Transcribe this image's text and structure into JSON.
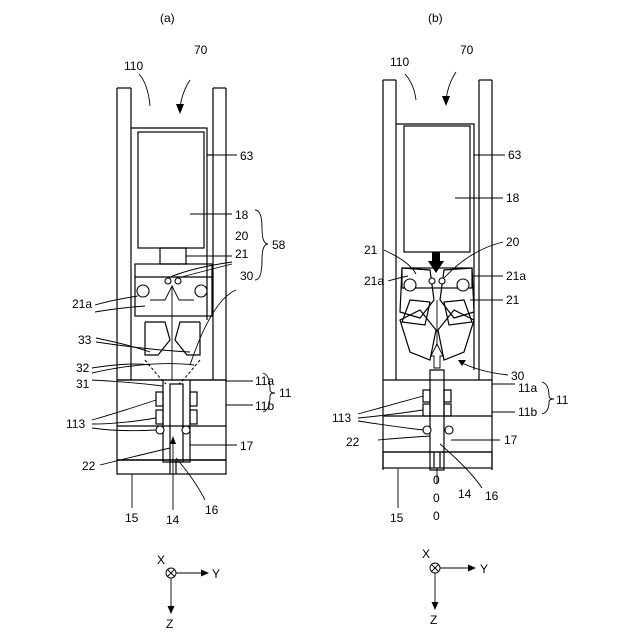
{
  "panels": {
    "a": {
      "caption": "(a)",
      "labels": {
        "n110": "110",
        "n70": "70",
        "n63": "63",
        "n18": "18",
        "n20": "20",
        "n21": "21",
        "n58": "58",
        "n30": "30",
        "n21a": "21a",
        "n33": "33",
        "n32": "32",
        "n31": "31",
        "n11a": "11a",
        "n11": "11",
        "n11b": "11b",
        "n113": "113",
        "n17": "17",
        "n22": "22",
        "n15": "15",
        "n14": "14",
        "n16": "16"
      },
      "axes": {
        "x": "X",
        "y": "Y",
        "z": "Z"
      }
    },
    "b": {
      "caption": "(b)",
      "labels": {
        "n110": "110",
        "n70": "70",
        "n63": "63",
        "n18": "18",
        "n21": "21",
        "n20": "20",
        "n21a_left": "21a",
        "n21a_right": "21a",
        "n21_right": "21",
        "n30": "30",
        "n11a": "11a",
        "n11": "11",
        "n113": "113",
        "n11b": "11b",
        "n22": "22",
        "n17": "17",
        "n15": "15",
        "n14": "14",
        "n16": "16",
        "o1": "0",
        "o2": "0",
        "o3": "0"
      },
      "axes": {
        "x": "X",
        "y": "Y",
        "z": "Z"
      }
    }
  }
}
